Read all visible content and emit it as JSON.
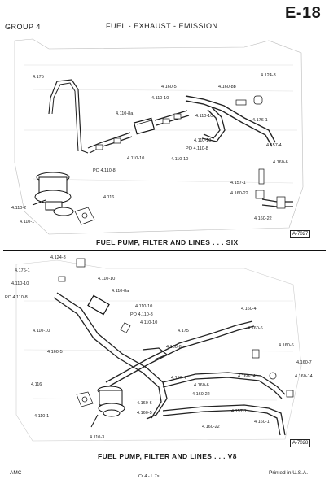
{
  "header": {
    "group": "GROUP 4",
    "title": "FUEL - EXHAUST - EMISSION",
    "page": "E-18"
  },
  "figure_six": {
    "caption": "FUEL PUMP, FILTER AND LINES . . . SIX",
    "ref": "A-7027",
    "labels": {
      "l1": "4.175",
      "l2": "4.160-5",
      "l3": "4.160-8b",
      "l4": "4.124-3",
      "l5": "4.110-10",
      "l6": "4.110-8a",
      "l7": "4.110-10",
      "l8": "4.176-1",
      "l9": "PO 4.110-8",
      "l10": "4.110-10",
      "l11": "4.110-10",
      "l12": "PO 4.110-8",
      "l13": "4.157-4",
      "l14": "4.160-6",
      "l15": "4.110-10",
      "l16": "4.116",
      "l17": "4.157-1",
      "l18": "4.110-2",
      "l19": "4.160-22",
      "l20": "4.110-1",
      "l21": "4.160-22"
    }
  },
  "figure_v8": {
    "caption": "FUEL PUMP, FILTER AND LINES . . . V8",
    "ref": "A-7028",
    "labels": {
      "m1": "4.124-3",
      "m2": "4.176-1",
      "m3": "4.110-10",
      "m4": "4.110-10",
      "m5": "4.110-8a",
      "m6": "PO 4.110-8",
      "m7": "4.110-10",
      "m8": "PO 4.110-8",
      "m9": "4.110-10",
      "m10": "4.110-10",
      "m11": "4.160-4",
      "m12": "4.175",
      "m13": "4.160-6",
      "m14": "4.160-5",
      "m15": "4.160-8b",
      "m16": "4.160-6",
      "m17": "4.160-7",
      "m18": "4.157-4",
      "m19": "4.160-6",
      "m20": "4.160-14",
      "m21": "4.160-14",
      "m22": "4.116",
      "m23": "4.160-22",
      "m24": "4.160-6",
      "m25": "4.160-5",
      "m26": "4.160-22",
      "m27": "4.110-1",
      "m28": "4.157-1",
      "m29": "4.160-1",
      "m30": "4.110-3"
    }
  },
  "footer": {
    "left": "AMC",
    "center": "Cr 4 - L 7s",
    "right": "Printed in U.S.A."
  }
}
